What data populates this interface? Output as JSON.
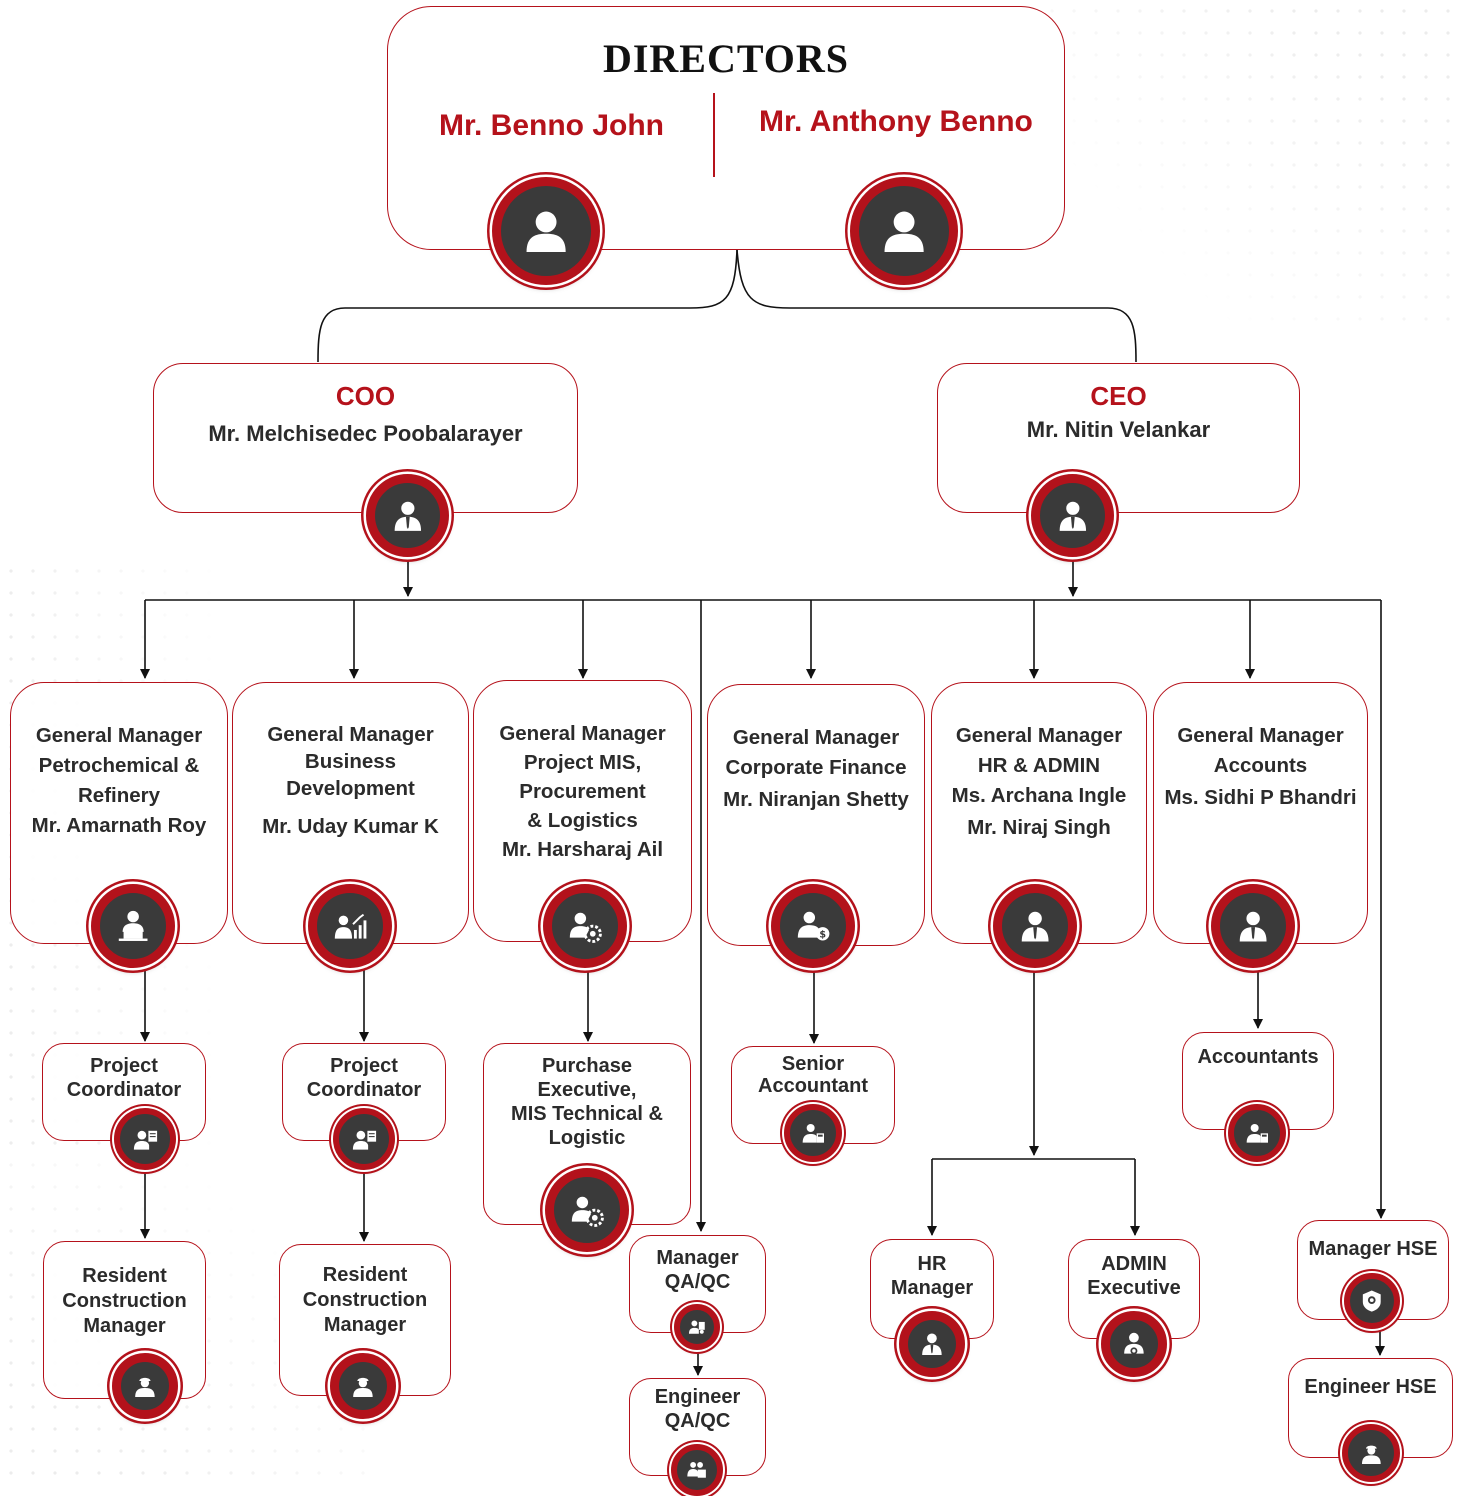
{
  "directors": {
    "title": "DIRECTORS",
    "left_name": "Mr. Benno John",
    "right_name": "Mr. Anthony Benno"
  },
  "coo": {
    "role": "COO",
    "name": "Mr. Melchisedec Poobalarayer"
  },
  "ceo": {
    "role": "CEO",
    "name": "Mr. Nitin Velankar"
  },
  "general_managers": [
    {
      "lines": [
        "General Manager",
        "Petrochemical &",
        "Refinery",
        "Mr. Amarnath Roy"
      ],
      "icon": "laptop-worker-icon"
    },
    {
      "lines": [
        "General Manager",
        "Business",
        "Development",
        "Mr. Uday Kumar K"
      ],
      "icon": "growth-chart-icon"
    },
    {
      "lines": [
        "General Manager",
        "Project MIS,",
        "Procurement",
        "& Logistics",
        "Mr. Harsharaj Ail"
      ],
      "icon": "procurement-gear-icon"
    },
    {
      "lines": [
        "General Manager",
        "Corporate Finance",
        "Mr. Niranjan Shetty"
      ],
      "icon": "finance-person-icon"
    },
    {
      "lines": [
        "General Manager",
        "HR & ADMIN",
        "Ms. Archana Ingle",
        "Mr. Niraj Singh"
      ],
      "icon": "person-tie-icon"
    },
    {
      "lines": [
        "General Manager",
        "Accounts",
        "Ms. Sidhi P Bhandri"
      ],
      "icon": "person-tie-icon"
    }
  ],
  "sub_roles": {
    "project_coordinator_1": [
      "Project",
      "Coordinator"
    ],
    "project_coordinator_2": [
      "Project",
      "Coordinator"
    ],
    "resident_manager_1": [
      "Resident",
      "Construction",
      "Manager"
    ],
    "resident_manager_2": [
      "Resident",
      "Construction",
      "Manager"
    ],
    "purchase_executive": [
      "Purchase",
      "Executive,",
      "MIS Technical &",
      "Logistic"
    ],
    "manager_qaqc": [
      "Manager",
      "QA/QC"
    ],
    "engineer_qaqc": [
      "Engineer",
      "QA/QC"
    ],
    "senior_accountant": [
      "Senior",
      "Accountant"
    ],
    "accountants": [
      "Accountants"
    ],
    "hr_manager": [
      "HR",
      "Manager"
    ],
    "admin_executive": [
      "ADMIN",
      "Executive"
    ],
    "manager_hse": [
      "Manager HSE"
    ],
    "engineer_hse": [
      "Engineer HSE"
    ]
  },
  "colors": {
    "accent": "#b5121b",
    "icon_fill": "#3a3a3a",
    "line": "#111111"
  }
}
